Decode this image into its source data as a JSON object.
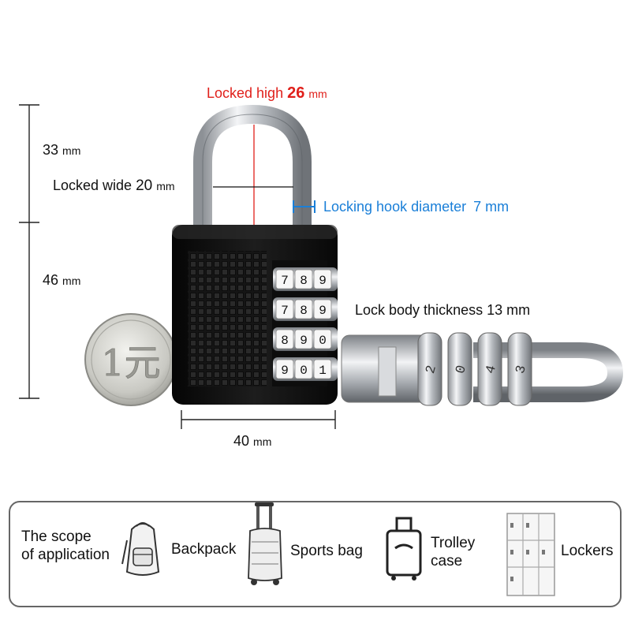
{
  "dimensions": {
    "shackle_height": {
      "label": "Locked high",
      "value": "26",
      "unit": "mm"
    },
    "shackle_width": {
      "label": "Locked wide",
      "value": "20",
      "unit": "mm"
    },
    "hook_diameter": {
      "label": "Locking hook diameter",
      "value": "7",
      "unit": "mm"
    },
    "body_thickness": {
      "label": "Lock body thickness 13 mm"
    },
    "upper_height": {
      "value": "33",
      "unit": "mm"
    },
    "body_height": {
      "value": "46",
      "unit": "mm"
    },
    "body_width": {
      "value": "40",
      "unit": "mm"
    }
  },
  "dial_digits": [
    [
      "7",
      "8",
      "9"
    ],
    [
      "7",
      "8",
      "9"
    ],
    [
      "8",
      "9",
      "0"
    ],
    [
      "9",
      "0",
      "1"
    ]
  ],
  "side_dial_digits": [
    "2",
    "0",
    "4",
    "3"
  ],
  "coin_text": "1元",
  "application": {
    "title_line1": "The scope",
    "title_line2": "of application",
    "items": [
      {
        "label_line1": "Backpack",
        "label_line2": "",
        "icon": "backpack-icon"
      },
      {
        "label_line1": "Sports bag",
        "label_line2": "",
        "icon": "sports-bag-icon"
      },
      {
        "label_line1": "Trolley",
        "label_line2": "case",
        "icon": "trolley-case-icon"
      },
      {
        "label_line1": "Lockers",
        "label_line2": "",
        "icon": "lockers-icon"
      }
    ]
  },
  "colors": {
    "lock_body": "#141414",
    "chrome": "#c9ccd0",
    "dimension_red": "#e0201b",
    "dimension_blue": "#1a7fd8"
  }
}
